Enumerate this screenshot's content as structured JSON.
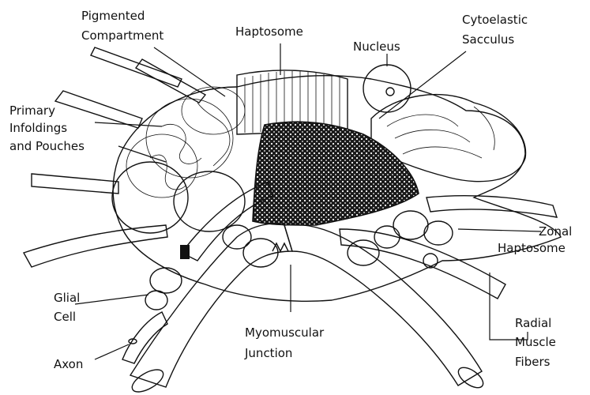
{
  "labels": {
    "pigmented": [
      "Pigmented",
      "Compartment"
    ],
    "haptosome": [
      "Haptosome"
    ],
    "nucleus": [
      "Nucleus"
    ],
    "cytoelastic": [
      "Cytoelastic",
      "Sacculus"
    ],
    "primary": [
      "Primary",
      "Infoldings",
      "and Pouches"
    ],
    "zonal": [
      "Zonal",
      "Haptosome"
    ],
    "glial": [
      "Glial",
      "Cell"
    ],
    "axon": [
      "Axon"
    ],
    "myomuscular": [
      "Myomuscular",
      "Junction"
    ],
    "radial": [
      "Radial",
      "Muscle",
      "Fibers"
    ]
  },
  "colors": {
    "ink": "#111111",
    "paper": "#ffffff",
    "stipple": "#1a1a1a"
  }
}
